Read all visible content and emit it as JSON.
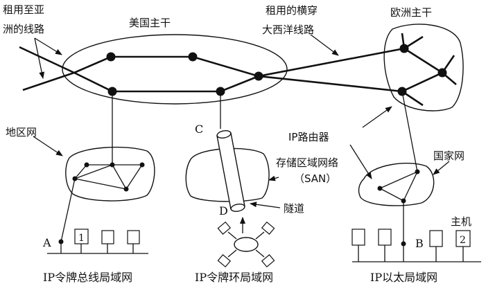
{
  "labels": {
    "asia_leased_1": "租用至亚",
    "asia_leased_2": "洲的线路",
    "us_backbone": "美国主干",
    "atlantic_leased_1": "租用的横穿",
    "atlantic_leased_2": "大西洋线路",
    "europe_backbone": "欧洲主干",
    "regional_net": "地区网",
    "point_c": "C",
    "san_1": "存储区域网络",
    "san_2": "（SAN）",
    "ip_router": "IP路由器",
    "national_net": "国家网",
    "tunnel": "隧道",
    "point_d": "D",
    "host": "主机",
    "point_a": "A",
    "point_b": "B",
    "host_1": "1",
    "host_2": "2",
    "lan_token_bus": "IP令牌总线局域网",
    "lan_token_ring": "IP令牌环局域网",
    "lan_ethernet": "IP以太局域网"
  }
}
